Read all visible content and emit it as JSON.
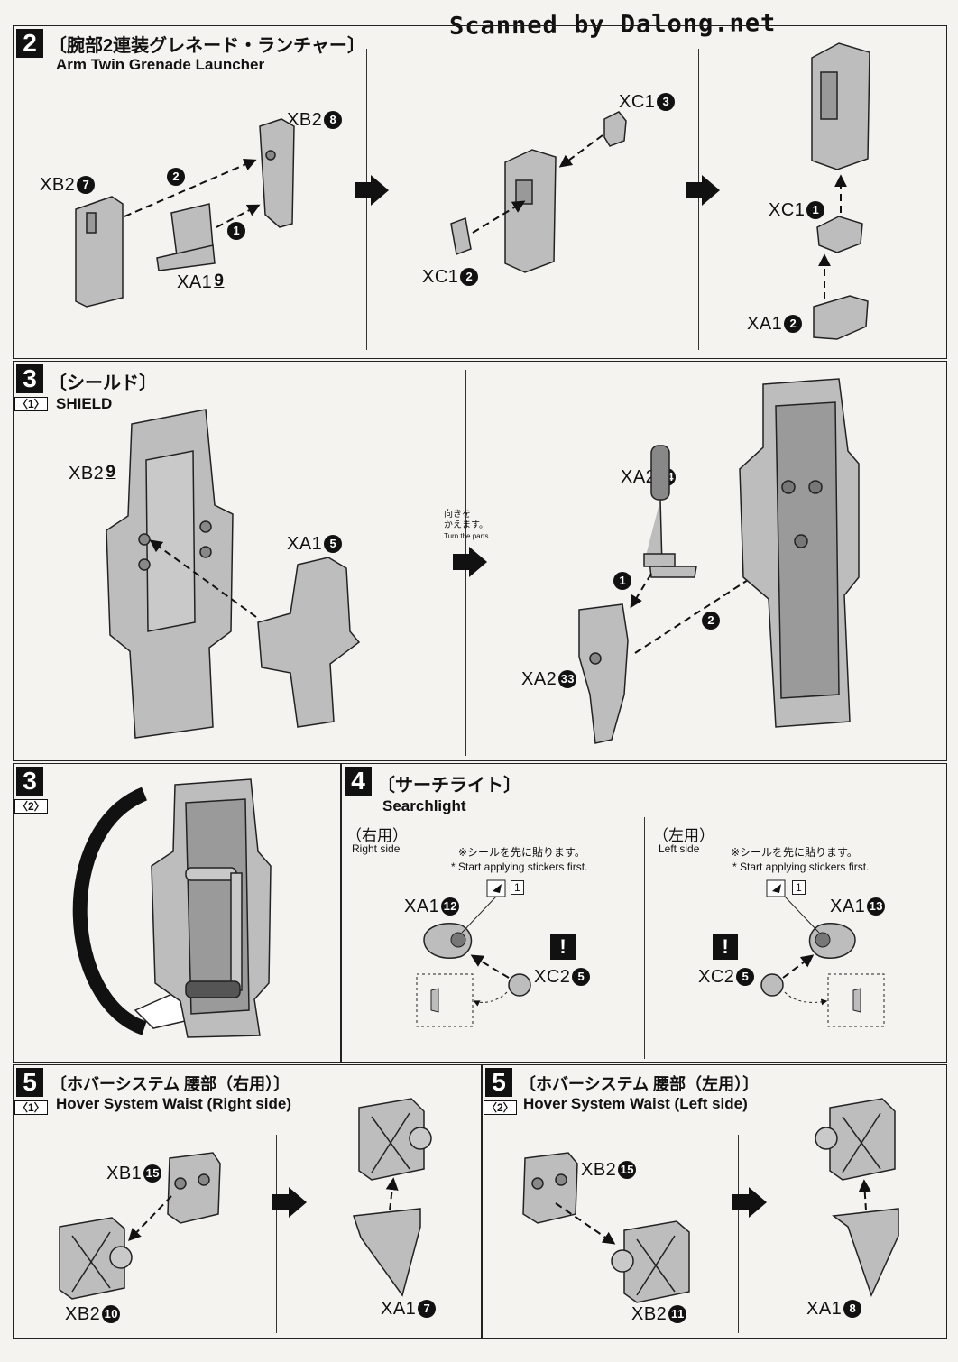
{
  "header": {
    "scanner_credit": "Scanned by Dalong.net"
  },
  "step2": {
    "number": "2",
    "title_jp": "〔腕部2連装グレネード・ランチャー〕",
    "title_en": "Arm Twin Grenade Launcher",
    "parts": {
      "xb2_7": {
        "code": "XB2",
        "n": "7"
      },
      "xb2_8": {
        "code": "XB2",
        "n": "8"
      },
      "xa1_9": {
        "code": "XA1",
        "n": "9"
      },
      "xc1_3": {
        "code": "XC1",
        "n": "3"
      },
      "xc1_2": {
        "code": "XC1",
        "n": "2"
      },
      "xc1_1": {
        "code": "XC1",
        "n": "1"
      },
      "xa1_2": {
        "code": "XA1",
        "n": "2"
      }
    },
    "order": [
      "1",
      "2"
    ]
  },
  "step3_1": {
    "number": "3",
    "sub": "〈1〉",
    "title_jp": "〔シールド〕",
    "title_en": "SHIELD",
    "parts": {
      "xb2_9": {
        "code": "XB2",
        "n": "9"
      },
      "xa1_5": {
        "code": "XA1",
        "n": "5"
      },
      "xa2_34": {
        "code": "XA2",
        "n": "34"
      },
      "xa2_33": {
        "code": "XA2",
        "n": "33"
      }
    },
    "turn_jp_1": "向きを",
    "turn_jp_2": "かえます。",
    "turn_en": "Turn the parts.",
    "order": [
      "1",
      "2"
    ]
  },
  "step3_2": {
    "number": "3",
    "sub": "〈2〉"
  },
  "step4": {
    "number": "4",
    "title_jp": "〔サーチライト〕",
    "title_en": "Searchlight",
    "right": {
      "label_jp": "（右用）",
      "label_en": "Right side",
      "note_jp": "※シールを先に貼ります。",
      "note_en": "* Start applying stickers first.",
      "sticker": "1",
      "xa1": {
        "code": "XA1",
        "n": "12"
      },
      "xc2": {
        "code": "XC2",
        "n": "5"
      }
    },
    "left": {
      "label_jp": "（左用）",
      "label_en": "Left side",
      "note_jp": "※シールを先に貼ります。",
      "note_en": "* Start applying stickers first.",
      "sticker": "1",
      "xa1": {
        "code": "XA1",
        "n": "13"
      },
      "xc2": {
        "code": "XC2",
        "n": "5"
      }
    },
    "warn": "!"
  },
  "step5_1": {
    "number": "5",
    "sub": "〈1〉",
    "title_jp": "〔ホバーシステム 腰部（右用）〕",
    "title_en": "Hover System Waist (Right side)",
    "parts": {
      "xb1_15": {
        "code": "XB1",
        "n": "15"
      },
      "xb2_10": {
        "code": "XB2",
        "n": "10"
      },
      "xa1_7": {
        "code": "XA1",
        "n": "7"
      }
    }
  },
  "step5_2": {
    "number": "5",
    "sub": "〈2〉",
    "title_jp": "〔ホバーシステム 腰部（左用）〕",
    "title_en": "Hover System Waist (Left side)",
    "parts": {
      "xb2_15": {
        "code": "XB2",
        "n": "15"
      },
      "xb2_11": {
        "code": "XB2",
        "n": "11"
      },
      "xa1_8": {
        "code": "XA1",
        "n": "8"
      }
    }
  }
}
